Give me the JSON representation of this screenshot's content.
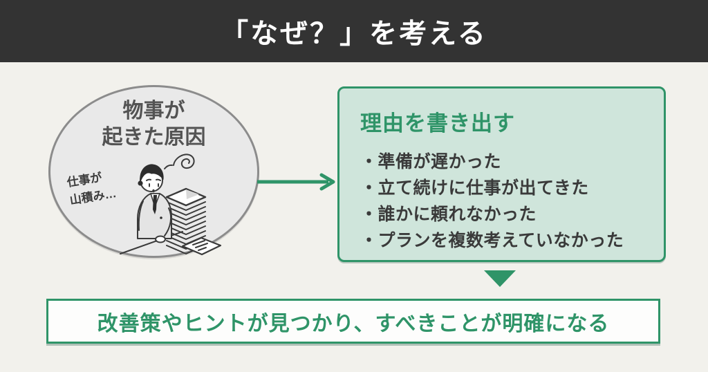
{
  "header": {
    "title": "「なぜ？」を考える"
  },
  "cause_bubble": {
    "title_line1": "物事が",
    "title_line2": "起きた原因",
    "caption_line1": "仕事が",
    "caption_line2": "山積み…",
    "illustration": "overworked-person-with-paper-stack"
  },
  "reasons_box": {
    "title": "理由を書き出す",
    "items": [
      "・準備が遅かった",
      "・立て続けに仕事が出てきた",
      "・誰かに頼れなかった",
      "・プランを複数考えていなかった"
    ]
  },
  "conclusion": {
    "text": "改善策やヒントが見つかり、すべきことが明確になる"
  },
  "colors": {
    "accent_green": "#2f9468",
    "light_green_fill": "#cfe5db",
    "header_bg": "#333333",
    "page_bg": "#f2f1ec",
    "ellipse_fill": "#e9e9e9",
    "ellipse_border": "#8c8c8c",
    "body_text": "#3a3a3a"
  }
}
